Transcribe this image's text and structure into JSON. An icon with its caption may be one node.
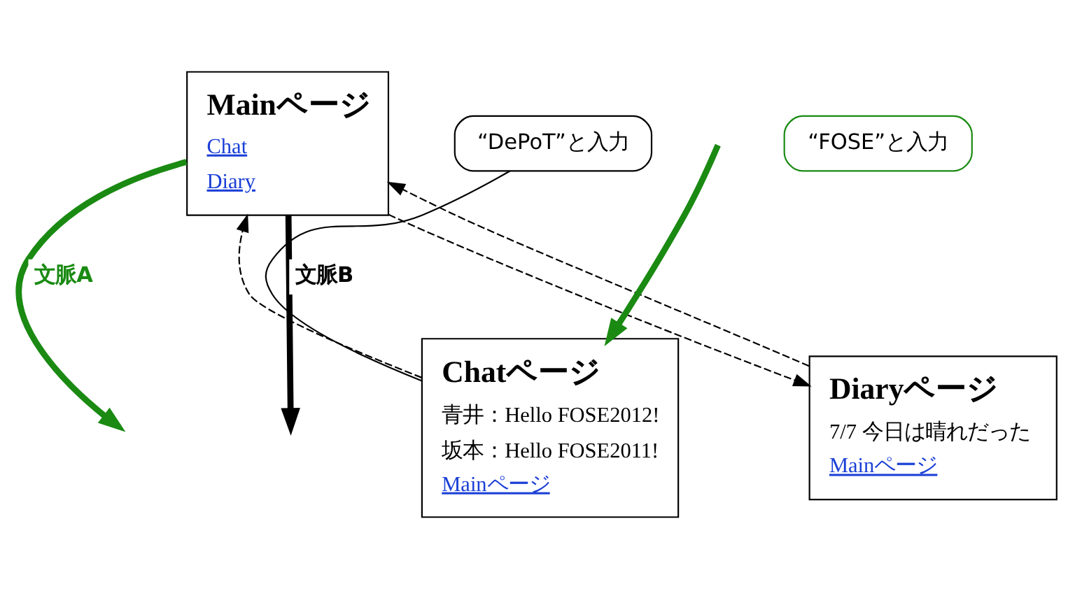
{
  "diagram": {
    "nodes": [
      {
        "text": [
          "Mainページ",
          "Chat",
          "Diary"
        ]
      },
      {
        "text": [
          "Chatページ",
          "青井：Hello FOSE2012!",
          "坂本：Hello FOSE2011!",
          "Mainページ"
        ]
      },
      {
        "text": [
          "Diaryページ",
          "7/7 今日は晴れだった",
          "Mainページ"
        ]
      },
      {
        "text": [
          "“FOSE”と入力"
        ]
      },
      {
        "text": [
          "“DePoT”と入力"
        ]
      }
    ],
    "edges": [
      {
        "from": 0,
        "to": null,
        "arrow": "to",
        "label": "文脈A",
        "style": "thick",
        "color": "#1a8a12"
      },
      {
        "from": 0,
        "to": null,
        "arrow": "to",
        "label": "文脈B",
        "style": "thick"
      },
      {
        "from": null,
        "to": 1,
        "arrow": "to",
        "style": "thick",
        "color": "#1a8a12"
      },
      {
        "from": 1,
        "to": 0,
        "arrow": "to",
        "style": "dashed"
      },
      {
        "from": 0,
        "to": 2,
        "arrow": "to",
        "style": "dashed"
      },
      {
        "from": 2,
        "to": 0,
        "arrow": "to",
        "style": "dashed"
      },
      {
        "from": 4,
        "to": 1,
        "arrow": "none"
      }
    ]
  }
}
